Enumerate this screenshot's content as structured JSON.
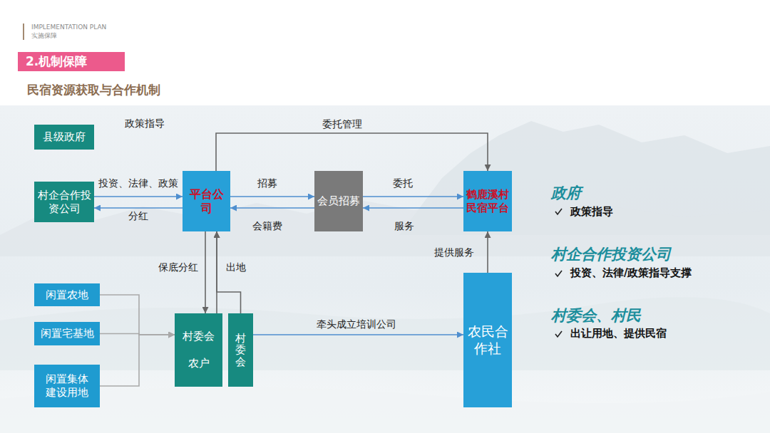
{
  "diagram": {
    "title": "2.机制保障",
    "nodes": [
      {
        "text": [
          "县级政府"
        ]
      },
      {
        "text": [
          "村企合作投资公司"
        ]
      },
      {
        "text": [
          "平台公司"
        ]
      },
      {
        "text": [
          "会员招募"
        ]
      },
      {
        "text": [
          "鹤鹿溪村民宿平台"
        ]
      },
      {
        "text": [
          "闲置农地"
        ]
      },
      {
        "text": [
          "闲置宅基地"
        ]
      },
      {
        "text": [
          "闲置集体建设用地"
        ]
      },
      {
        "text": [
          "村委会",
          "农户"
        ]
      },
      {
        "text": [
          "村委会"
        ]
      },
      {
        "text": [
          "农民合作社"
        ]
      }
    ],
    "edges": [
      {
        "from": 1,
        "to": 2,
        "label": "投资、法律、政策",
        "arrow": "to"
      },
      {
        "from": 2,
        "to": 1,
        "label": "分红",
        "arrow": "to"
      },
      {
        "from": 2,
        "to": 3,
        "label": "招募",
        "arrow": "to"
      },
      {
        "from": 3,
        "to": 2,
        "label": "会籍费",
        "arrow": "to"
      },
      {
        "from": 3,
        "to": 4,
        "label": "委托",
        "arrow": "to"
      },
      {
        "from": 4,
        "to": 3,
        "label": "服务",
        "arrow": "to"
      },
      {
        "from": 2,
        "to": 4,
        "label": "委托管理",
        "arrow": "to"
      },
      {
        "from": 10,
        "to": 4,
        "label": "提供服务",
        "arrow": "to"
      },
      {
        "from": 8,
        "to": 2,
        "label": "出地",
        "arrow": "to"
      },
      {
        "from": 2,
        "to": 8,
        "label": "保底分红",
        "arrow": "to"
      },
      {
        "from": 9,
        "to": 2,
        "arrow": "to"
      },
      {
        "from": 5,
        "to": 8,
        "arrow": "to"
      },
      {
        "from": 6,
        "to": 8,
        "arrow": "to"
      },
      {
        "from": 7,
        "to": 8,
        "arrow": "to"
      },
      {
        "from": 9,
        "to": 10,
        "label": "牵头成立培训公司",
        "arrow": "to"
      }
    ],
    "labels": [
      "IMPLEMENTATION PLAN",
      "实施保障",
      "民宿资源获取与合作机制",
      "政策指导",
      "政府",
      "政策指导",
      "村企合作投资公司",
      "投资、法律/政策指导支撑",
      "村委会、村民",
      "出让用地、提供民宿"
    ]
  }
}
